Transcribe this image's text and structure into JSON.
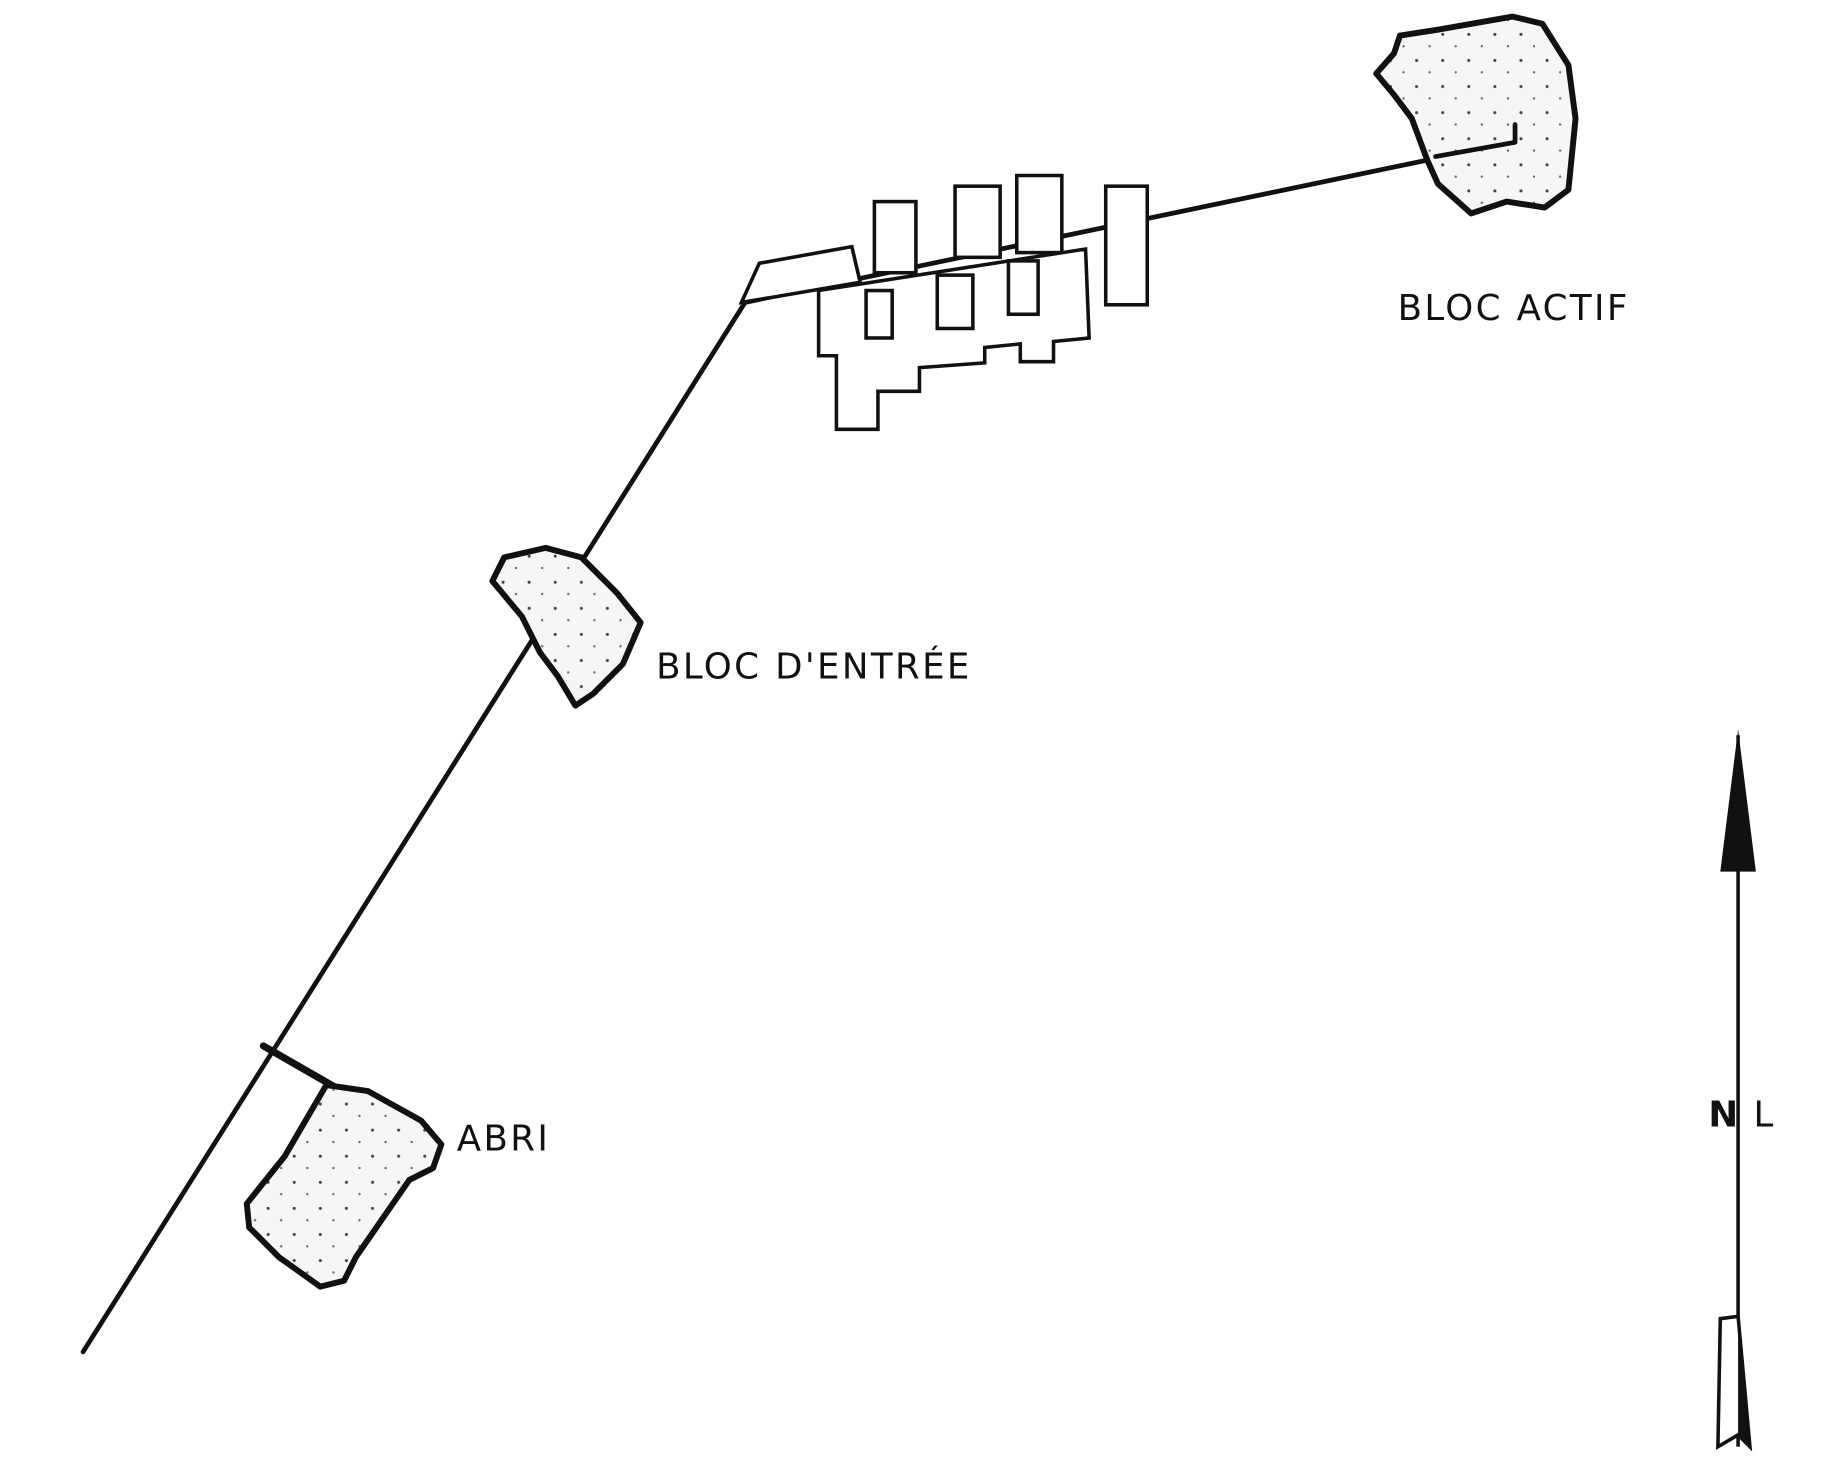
{
  "labels": {
    "bloc_actif": "BLOC ACTIF",
    "bloc_entree": "BLOC D'ENTRÉE",
    "abri": "ABRI"
  },
  "compass": {
    "north": "N",
    "east": "L"
  },
  "colors": {
    "ink": "#111111",
    "paper": "#ffffff"
  }
}
